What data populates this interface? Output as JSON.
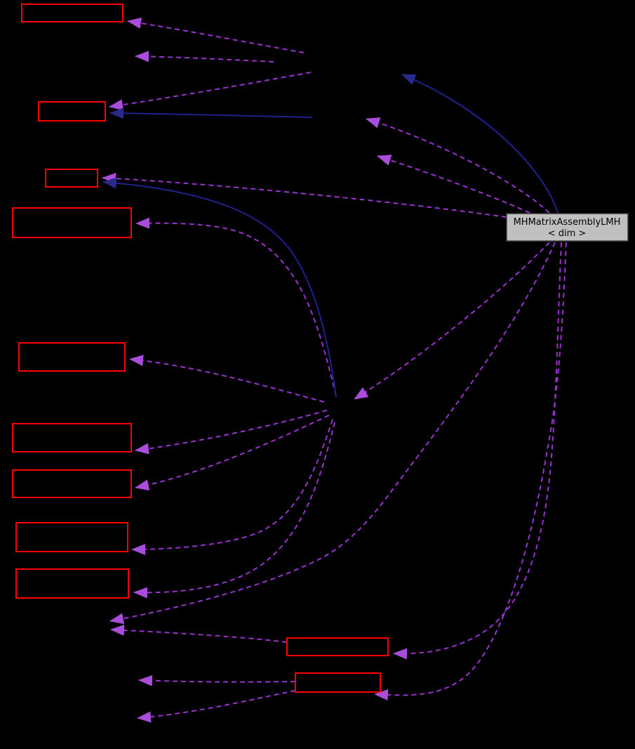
{
  "diagram": {
    "type": "collaboration-graph",
    "current_node": {
      "label_line1": "MHMatrixAssemblyLMH",
      "label_line2": "< dim >"
    },
    "colors": {
      "background": "#000000",
      "related_node_border": "#ff0000",
      "current_node_fill": "#c0c0c0",
      "current_node_border": "#3c3c3c",
      "current_node_text": "#000000",
      "usage_edge": "#9a32cd",
      "usage_arrowhead": "#ab4ddb",
      "inheritance_edge": "#20208f",
      "inheritance_arrowhead": "#2a2a8a"
    },
    "legend": {
      "dashed_edge_meaning": "usage/member edge",
      "solid_edge_meaning": "inheritance edge"
    }
  }
}
